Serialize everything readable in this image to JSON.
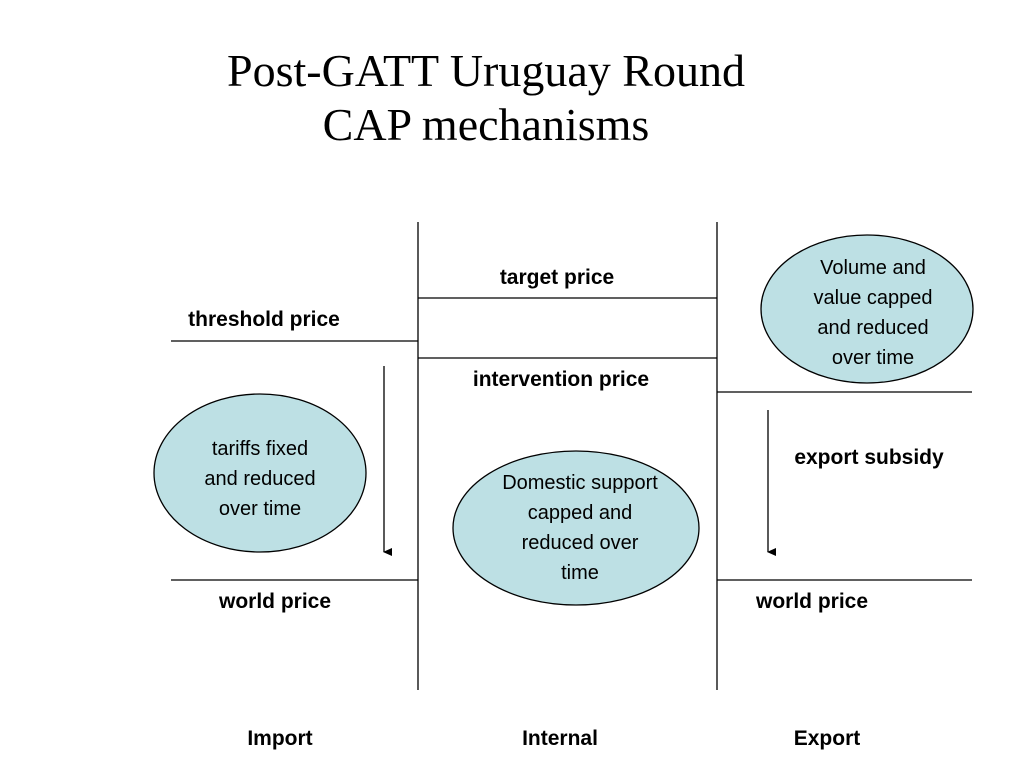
{
  "title": {
    "line1": "Post-GATT Uruguay Round",
    "line2": "CAP mechanisms"
  },
  "labels": {
    "target_price": "target price",
    "threshold_price": "threshold price",
    "intervention_price": "intervention price",
    "export_subsidy": "export subsidy",
    "world_price_import": "world price",
    "world_price_export": "world price"
  },
  "ovals": {
    "export_volume": [
      "Volume and",
      "value capped",
      "and reduced",
      "over time"
    ],
    "tariffs": [
      "tariffs fixed",
      "and reduced",
      "over time"
    ],
    "domestic_support": [
      "Domestic support",
      "capped and",
      "reduced over",
      "time"
    ]
  },
  "columns": {
    "import": "Import",
    "internal": "Internal",
    "export": "Export"
  },
  "colors": {
    "oval_fill": "#bde0e4",
    "line": "#000000"
  }
}
